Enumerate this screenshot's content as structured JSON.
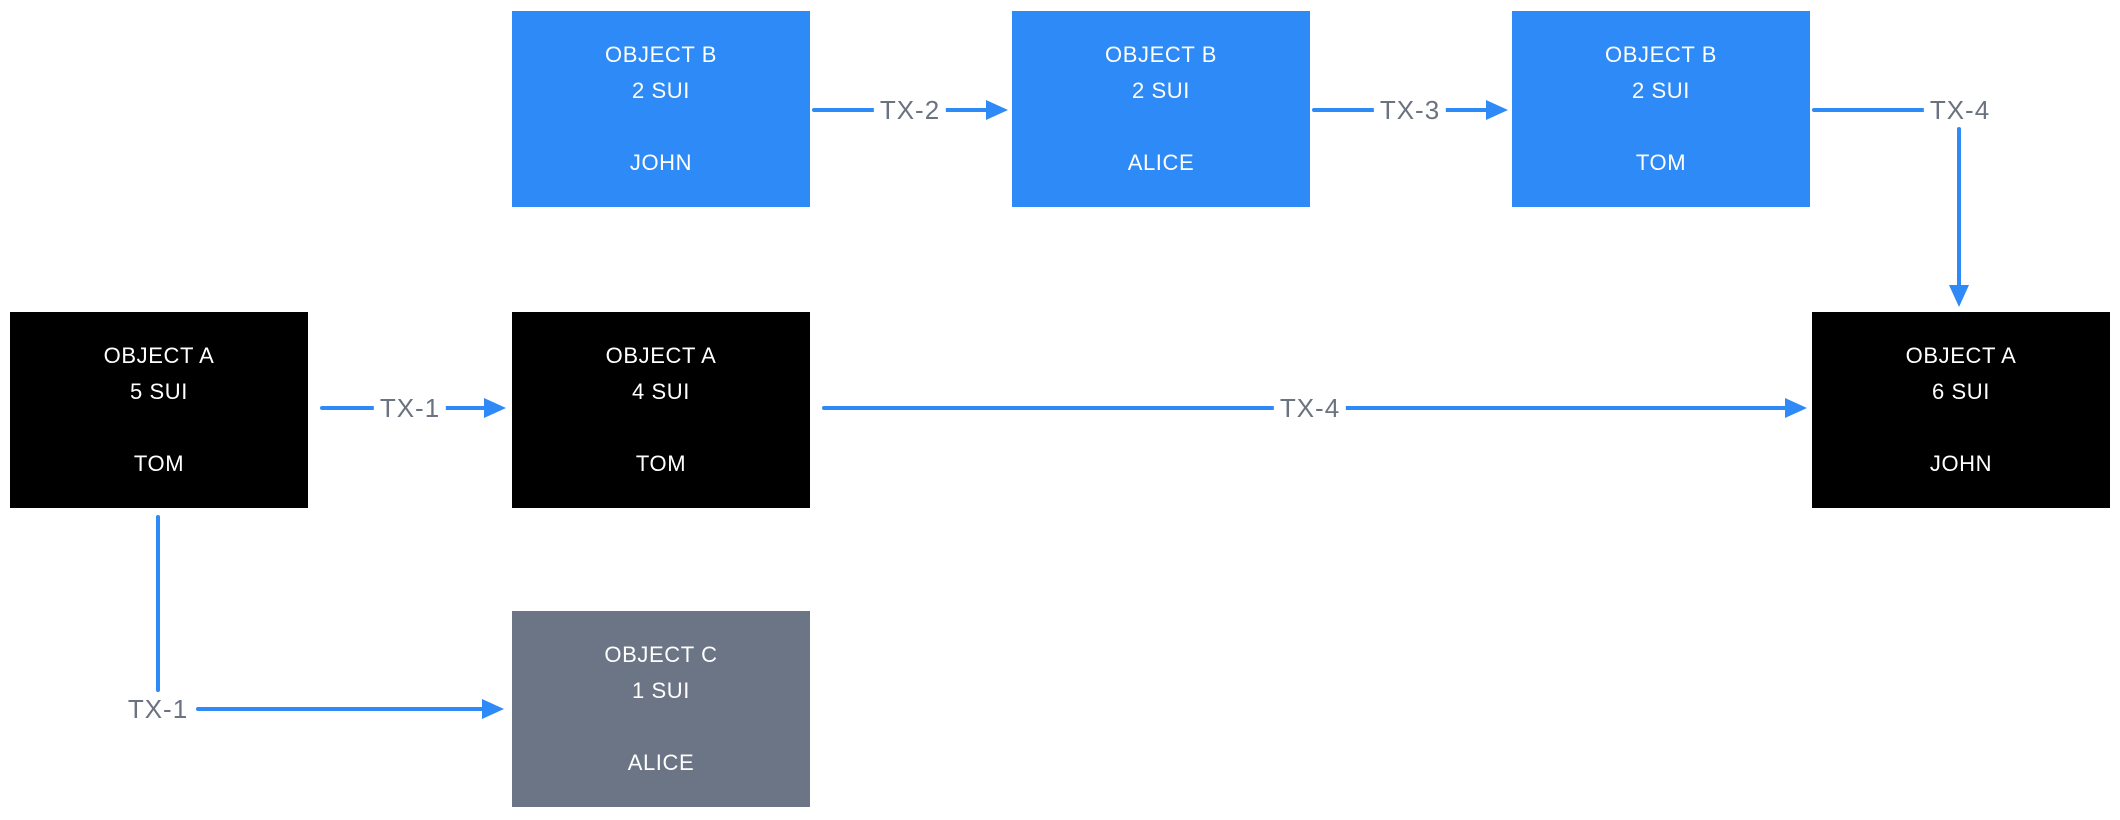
{
  "colors": {
    "node_blue": "#2E8AF6",
    "node_black": "#000000",
    "node_gray": "#6B7585",
    "arrow_blue": "#2E8AF6",
    "edge_label_gray": "#6B7280",
    "node_text": "#FFFFFF",
    "background": "#FFFFFF"
  },
  "nodes": [
    {
      "name": "OBJECT B",
      "amount": "2 SUI",
      "owner": "JOHN",
      "color": "blue"
    },
    {
      "name": "OBJECT B",
      "amount": "2 SUI",
      "owner": "ALICE",
      "color": "blue"
    },
    {
      "name": "OBJECT B",
      "amount": "2 SUI",
      "owner": "TOM",
      "color": "blue"
    },
    {
      "name": "OBJECT A",
      "amount": "5 SUI",
      "owner": "TOM",
      "color": "black"
    },
    {
      "name": "OBJECT A",
      "amount": "4 SUI",
      "owner": "TOM",
      "color": "black"
    },
    {
      "name": "OBJECT A",
      "amount": "6 SUI",
      "owner": "JOHN",
      "color": "black"
    },
    {
      "name": "OBJECT C",
      "amount": "1 SUI",
      "owner": "ALICE",
      "color": "gray"
    }
  ],
  "edges": [
    {
      "label": "TX-1",
      "from": "OBJECT A 5 SUI (TOM)",
      "to": "OBJECT A 4 SUI (TOM)"
    },
    {
      "label": "TX-1",
      "from": "OBJECT A 5 SUI (TOM)",
      "to": "OBJECT C 1 SUI (ALICE)"
    },
    {
      "label": "TX-2",
      "from": "OBJECT B 2 SUI (JOHN)",
      "to": "OBJECT B 2 SUI (ALICE)"
    },
    {
      "label": "TX-3",
      "from": "OBJECT B 2 SUI (ALICE)",
      "to": "OBJECT B 2 SUI (TOM)"
    },
    {
      "label": "TX-4",
      "from": "OBJECT B 2 SUI (TOM)",
      "to": "OBJECT A 6 SUI (JOHN)"
    },
    {
      "label": "TX-4",
      "from": "OBJECT A 4 SUI (TOM)",
      "to": "OBJECT A 6 SUI (JOHN)"
    }
  ]
}
